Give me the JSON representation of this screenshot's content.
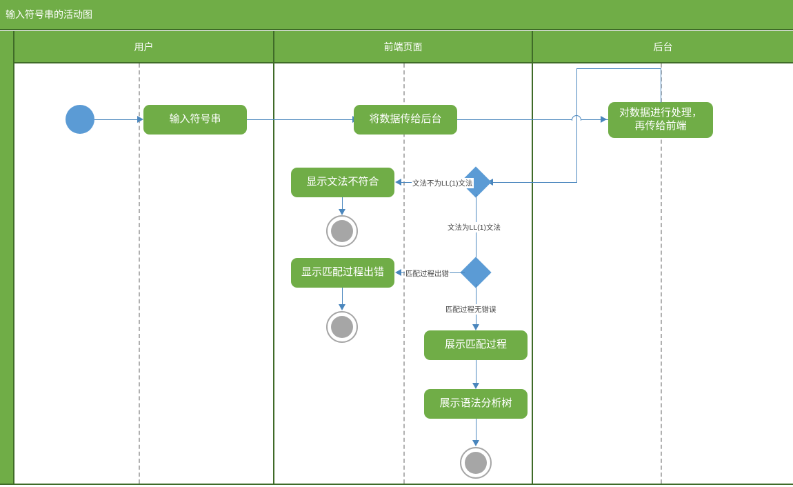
{
  "diagram": {
    "title": "输入符号串的活动图",
    "colors": {
      "lane_green": "#70ad47",
      "lane_border": "#3f6b28",
      "node_green": "#70ad47",
      "decision_blue": "#5b9bd5",
      "start_blue": "#5b9bd5",
      "end_gray": "#a6a6a6",
      "connector_blue": "#4a86bd",
      "guide_gray": "#b0b0b0"
    }
  },
  "lanes": [
    {
      "label": "用户"
    },
    {
      "label": "前端页面"
    },
    {
      "label": "后台"
    }
  ],
  "nodes": {
    "start": {
      "name": "start-node"
    },
    "input_symbol": {
      "label": "输入符号串"
    },
    "send_to_backend": {
      "label": "将数据传给后台"
    },
    "backend_process": {
      "label": "对数据进行处理，\n再传给前端"
    },
    "show_grammar_mismatch": {
      "label": "显示文法不符合"
    },
    "show_match_error": {
      "label": "显示匹配过程出错"
    },
    "show_match_process": {
      "label": "展示匹配过程"
    },
    "show_parse_tree": {
      "label": "展示语法分析树"
    },
    "end_grammar": {
      "name": "end-node-grammar"
    },
    "end_match_error": {
      "name": "end-node-match-error"
    },
    "end_success": {
      "name": "end-node-success"
    }
  },
  "decisions": {
    "is_ll1": {
      "name": "decision-is-ll1-grammar"
    },
    "match_ok": {
      "name": "decision-match-result"
    }
  },
  "edge_labels": {
    "not_ll1": "文法不为LL(1)文法",
    "is_ll1": "文法为LL(1)文法",
    "match_error": "匹配过程出错",
    "match_no_error": "匹配过程无错误"
  }
}
